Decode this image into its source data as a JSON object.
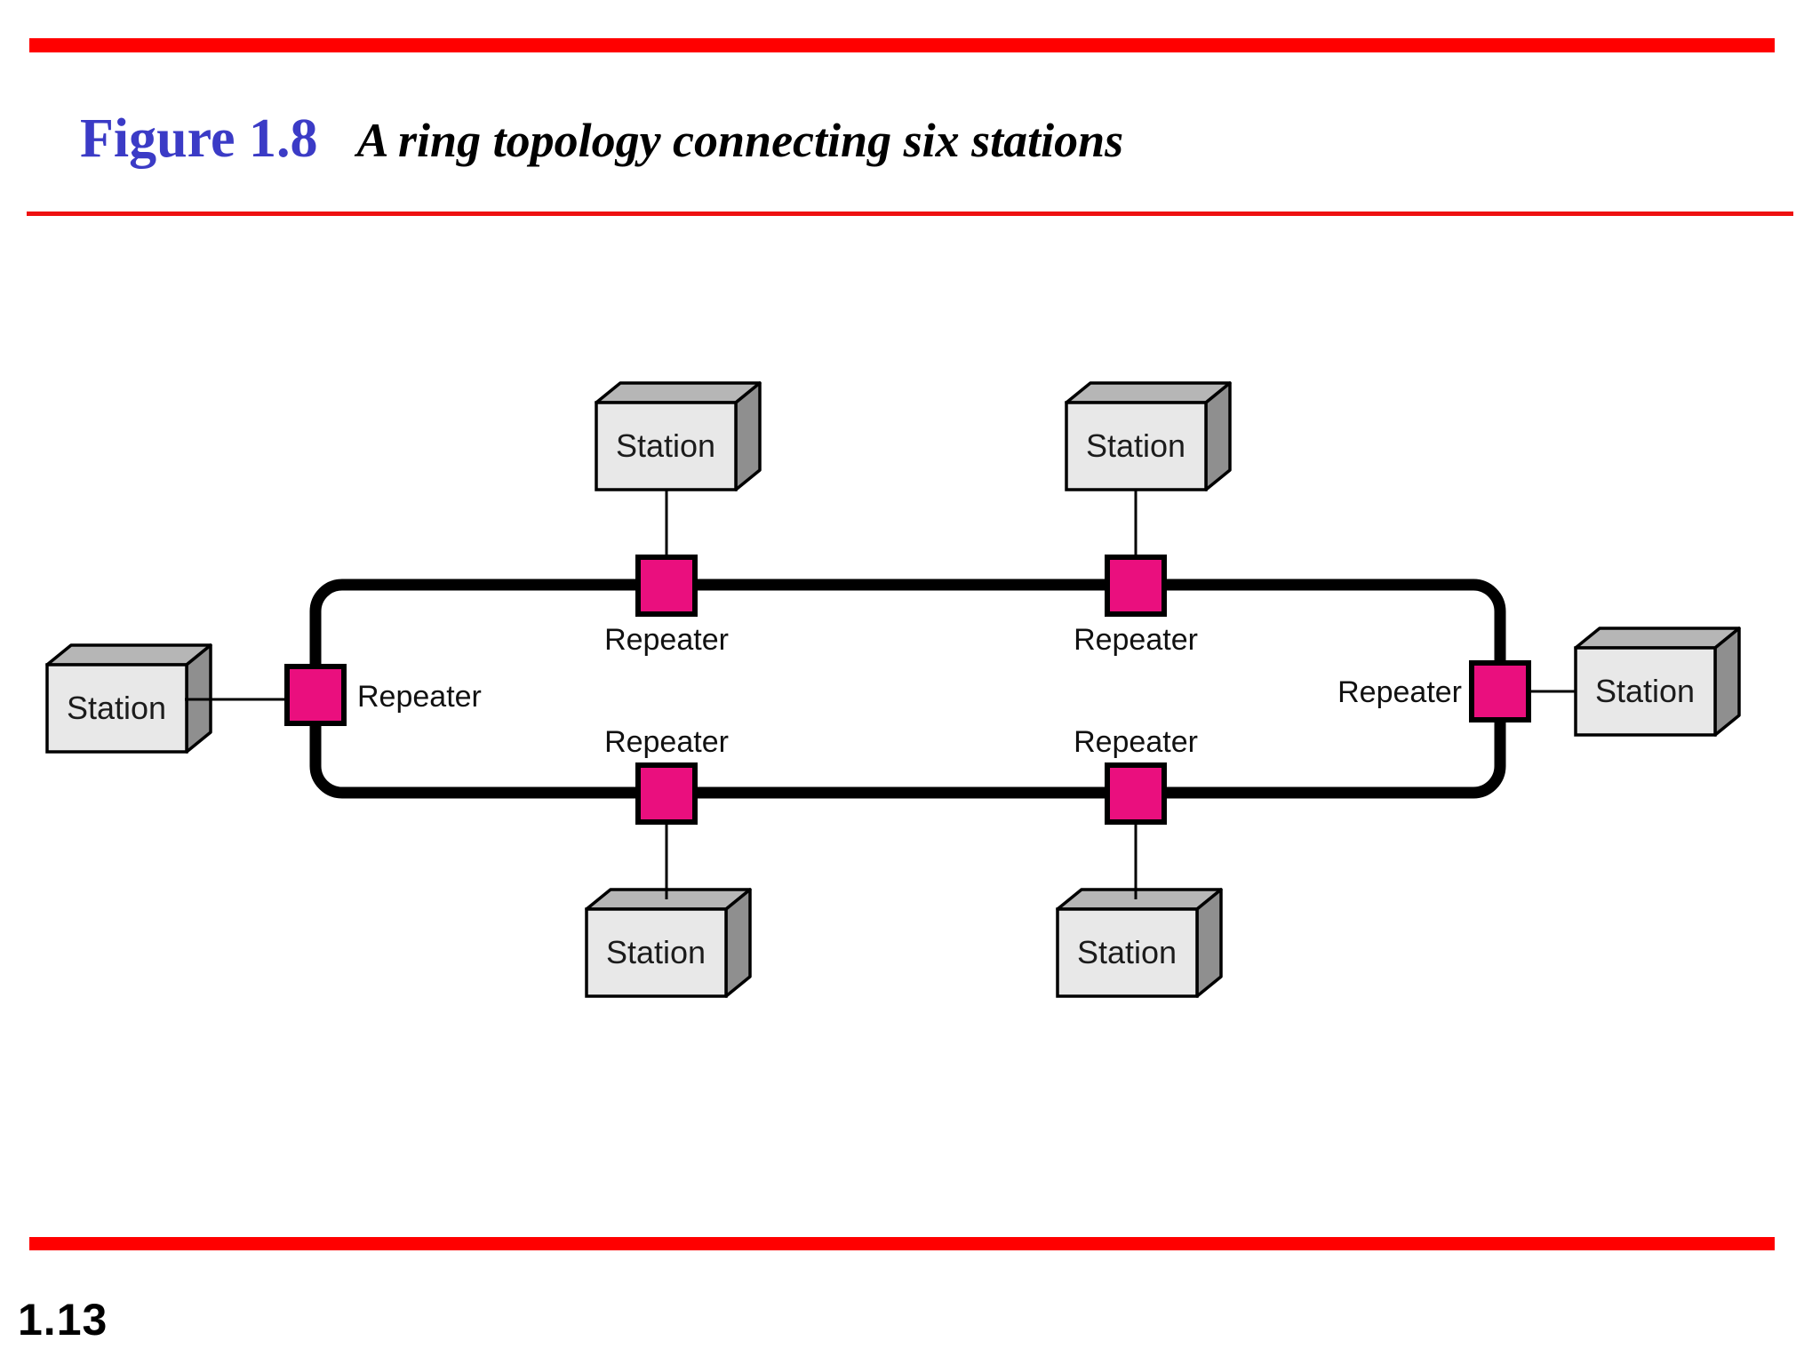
{
  "header": {
    "figure_label": "Figure 1.8",
    "figure_caption": "A ring topology connecting six stations"
  },
  "footer": {
    "page_number": "1.13"
  },
  "colors": {
    "bar_red": "#ff0000",
    "figure_label_blue": "#3b3bc6",
    "repeater_pink": "#ea0f7e",
    "station_front": "#e8e8e8",
    "station_top": "#b6b6b6",
    "station_side": "#8f8f8f",
    "outline_black": "#000000"
  },
  "diagram": {
    "type": "ring-topology",
    "stations": [
      {
        "id": "station-top-left",
        "label": "Station"
      },
      {
        "id": "station-top-right",
        "label": "Station"
      },
      {
        "id": "station-left",
        "label": "Station"
      },
      {
        "id": "station-right",
        "label": "Station"
      },
      {
        "id": "station-bottom-left",
        "label": "Station"
      },
      {
        "id": "station-bottom-right",
        "label": "Station"
      }
    ],
    "repeaters": [
      {
        "id": "repeater-top-left",
        "label": "Repeater"
      },
      {
        "id": "repeater-top-right",
        "label": "Repeater"
      },
      {
        "id": "repeater-left",
        "label": "Repeater"
      },
      {
        "id": "repeater-right",
        "label": "Repeater"
      },
      {
        "id": "repeater-bottom-left",
        "label": "Repeater"
      },
      {
        "id": "repeater-bottom-right",
        "label": "Repeater"
      }
    ]
  }
}
